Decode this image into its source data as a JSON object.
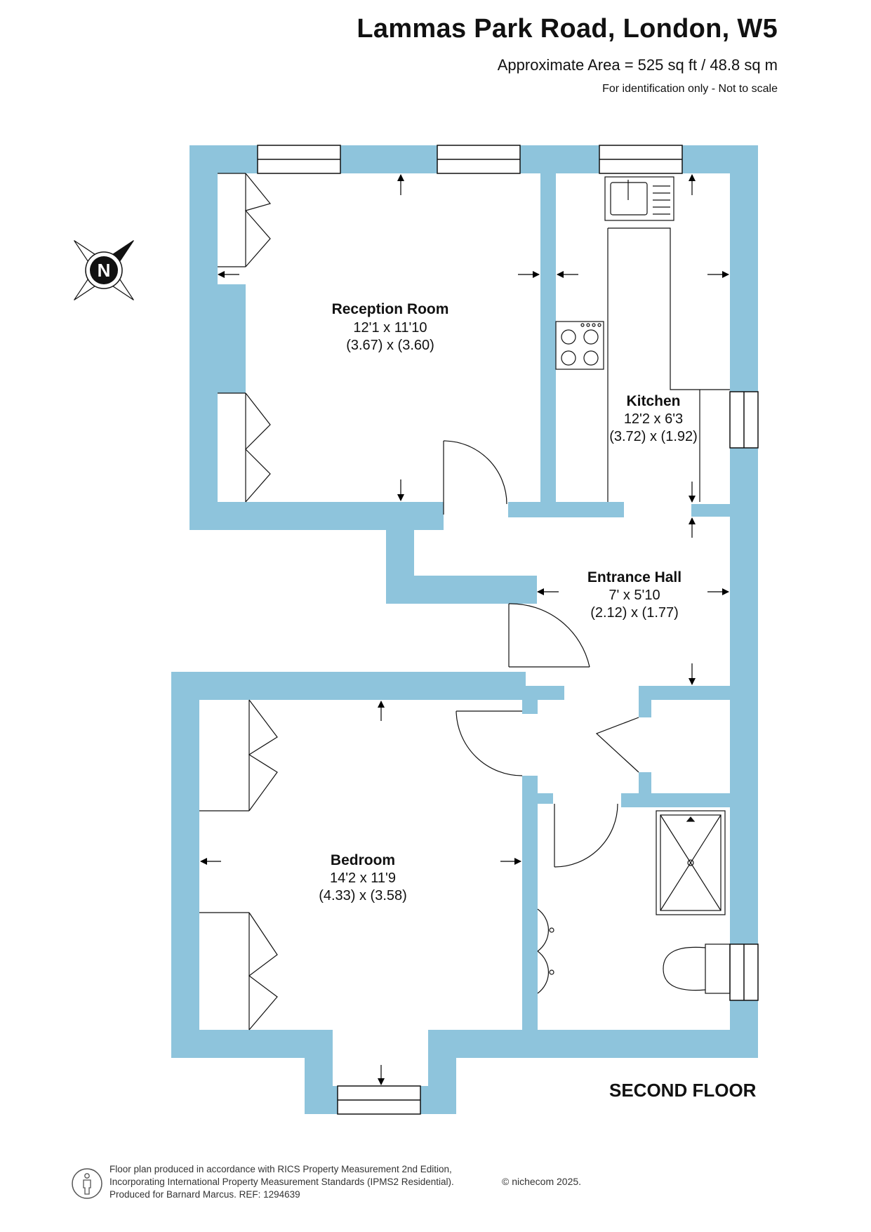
{
  "header": {
    "title": "Lammas Park Road, London, W5",
    "area": "Approximate Area = 525 sq ft / 48.8 sq m",
    "note": "For identification only - Not to scale"
  },
  "compass": {
    "letter": "N",
    "icon": "north-compass-icon"
  },
  "rooms": {
    "reception": {
      "name": "Reception Room",
      "imperial": "12'1 x 11'10",
      "metric": "(3.67) x (3.60)"
    },
    "kitchen": {
      "name": "Kitchen",
      "imperial": "12'2 x 6'3",
      "metric": "(3.72) x (1.92)"
    },
    "hall": {
      "name": "Entrance Hall",
      "imperial": "7' x 5'10",
      "metric": "(2.12) x (1.77)"
    },
    "bedroom": {
      "name": "Bedroom",
      "imperial": "14'2 x 11'9",
      "metric": "(4.33) x (3.58)"
    }
  },
  "floor_label": "SECOND FLOOR",
  "footer": {
    "line1": "Floor plan produced in accordance with RICS Property Measurement 2nd Edition,",
    "line2": "Incorporating International Property Measurement Standards (IPMS2 Residential).",
    "line3": "Produced for Barnard Marcus.   REF:  1294639",
    "copyright": "© nichecom 2025."
  },
  "colors": {
    "wall": "#8ec4dc",
    "text": "#111111",
    "background": "#ffffff"
  }
}
